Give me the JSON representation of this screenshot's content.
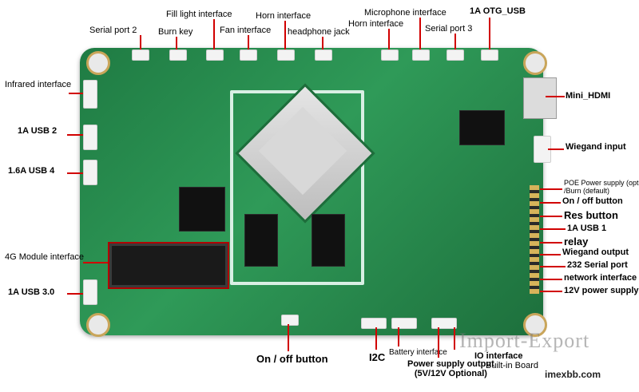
{
  "labels": {
    "serial_port_2": "Serial port 2",
    "burn_key": "Burn key",
    "fill_light_interface": "Fill light interface",
    "fan_interface": "Fan interface",
    "horn_interface_top": "Horn interface",
    "headphone_jack": "headphone jack",
    "microphone_interface": "Microphone interface",
    "horn_interface_2": "Horn interface",
    "serial_port_3": "Serial port 3",
    "otg_usb": "1A  OTG_USB",
    "infrared_interface": "Infrared interface",
    "usb2": "1A  USB 2",
    "usb4": "1.6A  USB 4",
    "module_4g": "4G Module interface",
    "usb3": "1A  USB 3.0",
    "mini_hdmi": "Mini_HDMI",
    "wiegand_input": "Wiegand input",
    "poe_burn": "POE Power supply (optional)\n/Burn (default)",
    "on_off_right": "On / off button",
    "res_button": "Res button",
    "usb1": "1A  USB 1",
    "relay": "relay",
    "wiegand_output": "Wiegand output",
    "serial_232": "232  Serial port",
    "network_interface": "network interface",
    "power_12v": "12V power supply",
    "on_off_bottom": "On / off button",
    "i2c": "I2C",
    "battery_interface": "Battery interface",
    "power_supply_output": "Power supply output\n(5V/12V Optional)",
    "io_interface": "IO interface",
    "builtin_board": "Built-in Board"
  },
  "watermark": {
    "main": "Import-Export",
    "site": "imexbb.com"
  },
  "colors": {
    "board_green": "#2f9a58",
    "annotation_red": "#d10000"
  }
}
